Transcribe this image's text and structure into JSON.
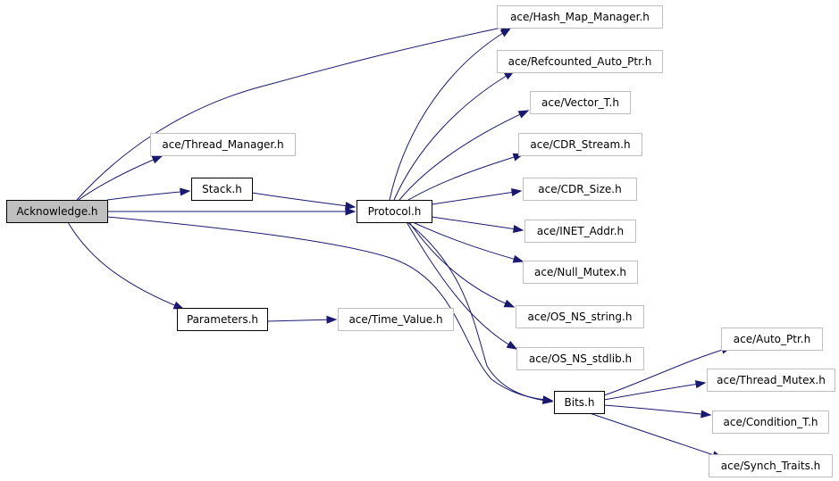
{
  "diagram": {
    "nodes": [
      {
        "id": "acknowledge",
        "label": "Acknowledge.h",
        "kind": "root"
      },
      {
        "id": "stack",
        "label": "Stack.h",
        "kind": "local"
      },
      {
        "id": "protocol",
        "label": "Protocol.h",
        "kind": "local"
      },
      {
        "id": "parameters",
        "label": "Parameters.h",
        "kind": "local"
      },
      {
        "id": "bits",
        "label": "Bits.h",
        "kind": "local"
      },
      {
        "id": "hash_map_manager",
        "label": "ace/Hash_Map_Manager.h",
        "kind": "external"
      },
      {
        "id": "refcounted_auto_ptr",
        "label": "ace/Refcounted_Auto_Ptr.h",
        "kind": "external"
      },
      {
        "id": "vector_t",
        "label": "ace/Vector_T.h",
        "kind": "external"
      },
      {
        "id": "cdr_stream",
        "label": "ace/CDR_Stream.h",
        "kind": "external"
      },
      {
        "id": "cdr_size",
        "label": "ace/CDR_Size.h",
        "kind": "external"
      },
      {
        "id": "inet_addr",
        "label": "ace/INET_Addr.h",
        "kind": "external"
      },
      {
        "id": "null_mutex",
        "label": "ace/Null_Mutex.h",
        "kind": "external"
      },
      {
        "id": "os_ns_string",
        "label": "ace/OS_NS_string.h",
        "kind": "external"
      },
      {
        "id": "os_ns_stdlib",
        "label": "ace/OS_NS_stdlib.h",
        "kind": "external"
      },
      {
        "id": "thread_manager",
        "label": "ace/Thread_Manager.h",
        "kind": "external"
      },
      {
        "id": "time_value",
        "label": "ace/Time_Value.h",
        "kind": "external"
      },
      {
        "id": "auto_ptr",
        "label": "ace/Auto_Ptr.h",
        "kind": "external"
      },
      {
        "id": "thread_mutex",
        "label": "ace/Thread_Mutex.h",
        "kind": "external"
      },
      {
        "id": "condition_t",
        "label": "ace/Condition_T.h",
        "kind": "external"
      },
      {
        "id": "synch_traits",
        "label": "ace/Synch_Traits.h",
        "kind": "external"
      }
    ],
    "edges": [
      {
        "from": "acknowledge",
        "to": "hash_map_manager"
      },
      {
        "from": "acknowledge",
        "to": "thread_manager"
      },
      {
        "from": "acknowledge",
        "to": "stack"
      },
      {
        "from": "acknowledge",
        "to": "protocol"
      },
      {
        "from": "acknowledge",
        "to": "bits"
      },
      {
        "from": "acknowledge",
        "to": "parameters"
      },
      {
        "from": "stack",
        "to": "protocol"
      },
      {
        "from": "parameters",
        "to": "time_value"
      },
      {
        "from": "protocol",
        "to": "hash_map_manager"
      },
      {
        "from": "protocol",
        "to": "refcounted_auto_ptr"
      },
      {
        "from": "protocol",
        "to": "vector_t"
      },
      {
        "from": "protocol",
        "to": "cdr_stream"
      },
      {
        "from": "protocol",
        "to": "cdr_size"
      },
      {
        "from": "protocol",
        "to": "inet_addr"
      },
      {
        "from": "protocol",
        "to": "null_mutex"
      },
      {
        "from": "protocol",
        "to": "os_ns_string"
      },
      {
        "from": "protocol",
        "to": "os_ns_stdlib"
      },
      {
        "from": "protocol",
        "to": "bits"
      },
      {
        "from": "bits",
        "to": "auto_ptr"
      },
      {
        "from": "bits",
        "to": "thread_mutex"
      },
      {
        "from": "bits",
        "to": "condition_t"
      },
      {
        "from": "bits",
        "to": "synch_traits"
      }
    ],
    "colors": {
      "edge": "#191970",
      "root_fill": "#bfbfbf",
      "external_border": "#bfbfbf",
      "local_border": "#000000"
    }
  }
}
